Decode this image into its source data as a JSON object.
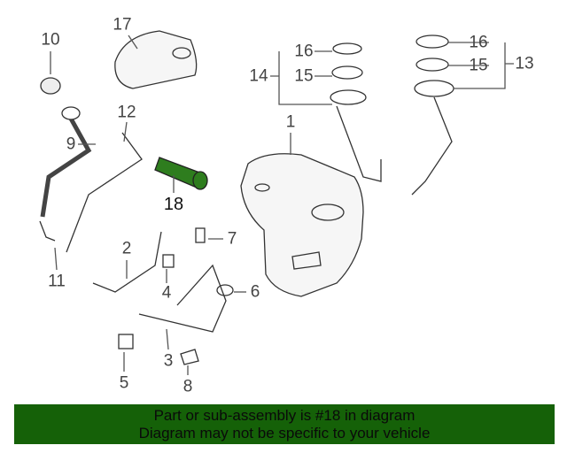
{
  "diagram": {
    "highlighted_part": "18",
    "highlight_color": "#2e7d1e",
    "callouts": [
      "10",
      "17",
      "16",
      "15",
      "14",
      "16",
      "15",
      "13",
      "12",
      "9",
      "1",
      "18",
      "2",
      "7",
      "11",
      "4",
      "6",
      "3",
      "5",
      "8"
    ]
  },
  "banner": {
    "line1": "Part or sub-assembly is #18 in diagram",
    "line2": "Diagram may not be specific to your vehicle",
    "background": "#156108"
  }
}
